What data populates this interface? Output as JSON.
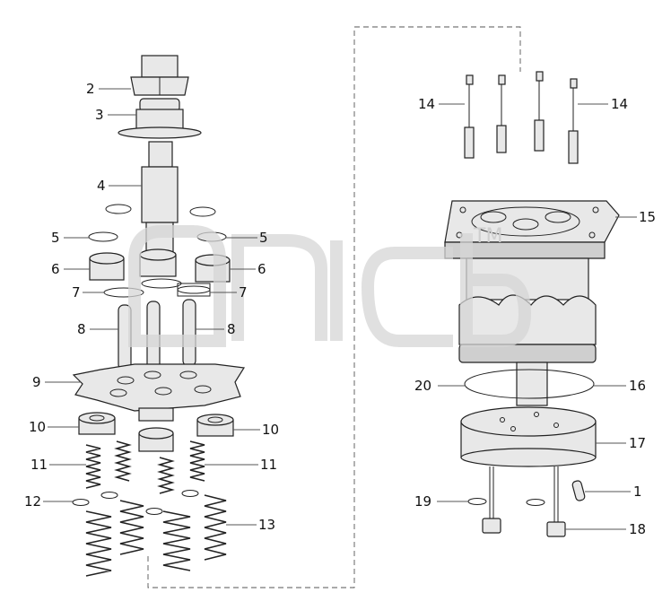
{
  "callouts": [
    {
      "id": "c2",
      "text": "2"
    },
    {
      "id": "c3",
      "text": "3"
    },
    {
      "id": "c4",
      "text": "4"
    },
    {
      "id": "c5l",
      "text": "5"
    },
    {
      "id": "c5r",
      "text": "5"
    },
    {
      "id": "c6l",
      "text": "6"
    },
    {
      "id": "c6r",
      "text": "6"
    },
    {
      "id": "c7l",
      "text": "7"
    },
    {
      "id": "c7r",
      "text": "7"
    },
    {
      "id": "c8l",
      "text": "8"
    },
    {
      "id": "c8r",
      "text": "8"
    },
    {
      "id": "c9",
      "text": "9"
    },
    {
      "id": "c10l",
      "text": "10"
    },
    {
      "id": "c10r",
      "text": "10"
    },
    {
      "id": "c11l",
      "text": "11"
    },
    {
      "id": "c11r",
      "text": "11"
    },
    {
      "id": "c12",
      "text": "12"
    },
    {
      "id": "c13",
      "text": "13"
    },
    {
      "id": "c14l",
      "text": "14"
    },
    {
      "id": "c14r",
      "text": "14"
    },
    {
      "id": "c15",
      "text": "15"
    },
    {
      "id": "c16",
      "text": "16"
    },
    {
      "id": "c17",
      "text": "17"
    },
    {
      "id": "c18",
      "text": "18"
    },
    {
      "id": "c19",
      "text": "19"
    },
    {
      "id": "c20",
      "text": "20"
    },
    {
      "id": "c1",
      "text": "1"
    }
  ],
  "watermark": {
    "trademark": "TM"
  }
}
